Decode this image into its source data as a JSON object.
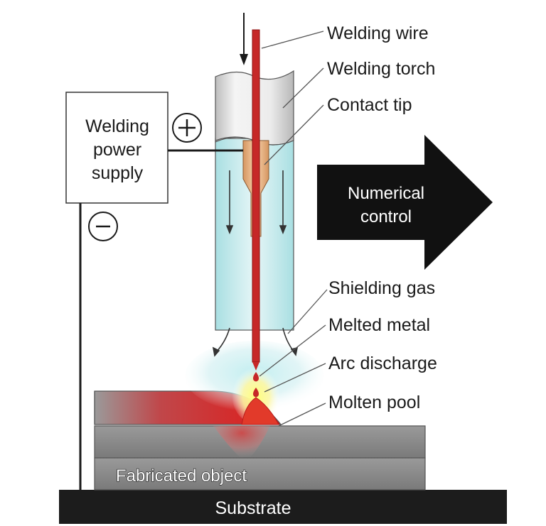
{
  "colors": {
    "wire": "#c62828",
    "tip": "#e9b483",
    "gas": "#8fd3d8",
    "torch": "#dcdcdc",
    "metal": "#8a8a8a",
    "pool": "#d32f2f",
    "arrow": "#111111",
    "substrate": "#1c1c1c"
  },
  "labels": {
    "welding_wire": "Welding wire",
    "welding_torch": "Welding torch",
    "contact_tip": "Contact tip",
    "shielding_gas": "Shielding gas",
    "melted_metal": "Melted metal",
    "arc_discharge": "Arc discharge",
    "molten_pool": "Molten pool",
    "fabricated_object": "Fabricated object",
    "substrate": "Substrate"
  },
  "power_supply": {
    "line1": "Welding",
    "line2": "power",
    "line3": "supply",
    "plus": "+",
    "minus": "−"
  },
  "numerical_control": {
    "line1": "Numerical",
    "line2": "control"
  }
}
